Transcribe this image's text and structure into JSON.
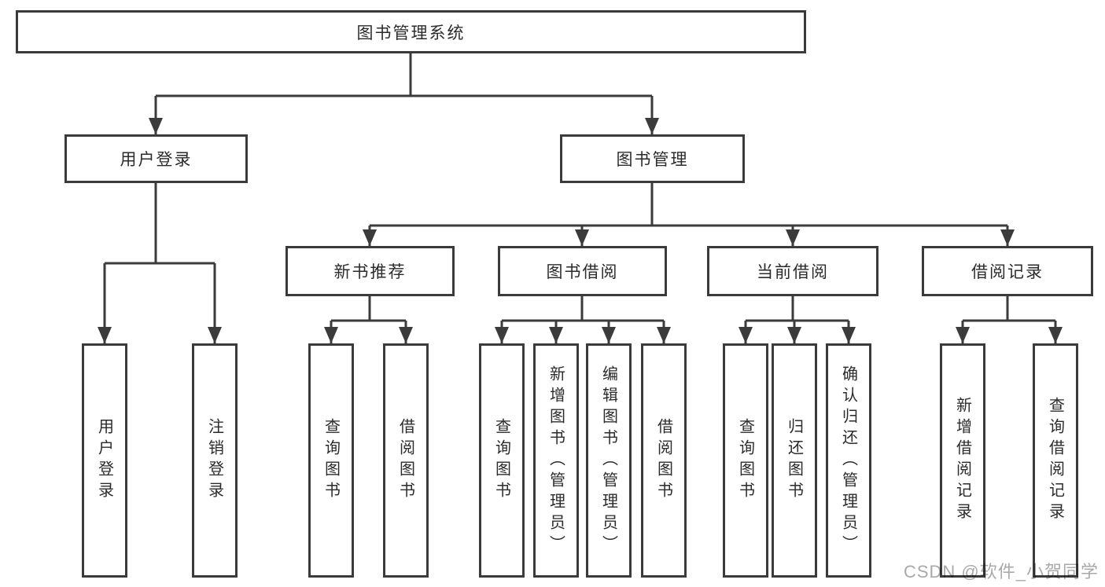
{
  "colors": {
    "line": "#3b3b3b",
    "text": "#2b2b2b",
    "watermark": "#a9a9a9",
    "background": "#ffffff"
  },
  "diagram": {
    "root": {
      "label": "图书管理系统"
    },
    "level2": [
      {
        "label": "用户登录"
      },
      {
        "label": "图书管理"
      }
    ],
    "level3": [
      {
        "label": "新书推荐"
      },
      {
        "label": "图书借阅"
      },
      {
        "label": "当前借阅"
      },
      {
        "label": "借阅记录"
      }
    ],
    "leaves": [
      {
        "label": "用户登录"
      },
      {
        "label": "注销登录"
      },
      {
        "label": "查询图书"
      },
      {
        "label": "借阅图书"
      },
      {
        "label": "查询图书"
      },
      {
        "label": "新增图书（管理员）"
      },
      {
        "label": "编辑图书（管理员）"
      },
      {
        "label": "借阅图书"
      },
      {
        "label": "查询图书"
      },
      {
        "label": "归还图书"
      },
      {
        "label": "确认归还（管理员）"
      },
      {
        "label": "新增借阅记录"
      },
      {
        "label": "查询借阅记录"
      }
    ]
  },
  "watermark": {
    "text": "CSDN @软件_小贺同学"
  }
}
